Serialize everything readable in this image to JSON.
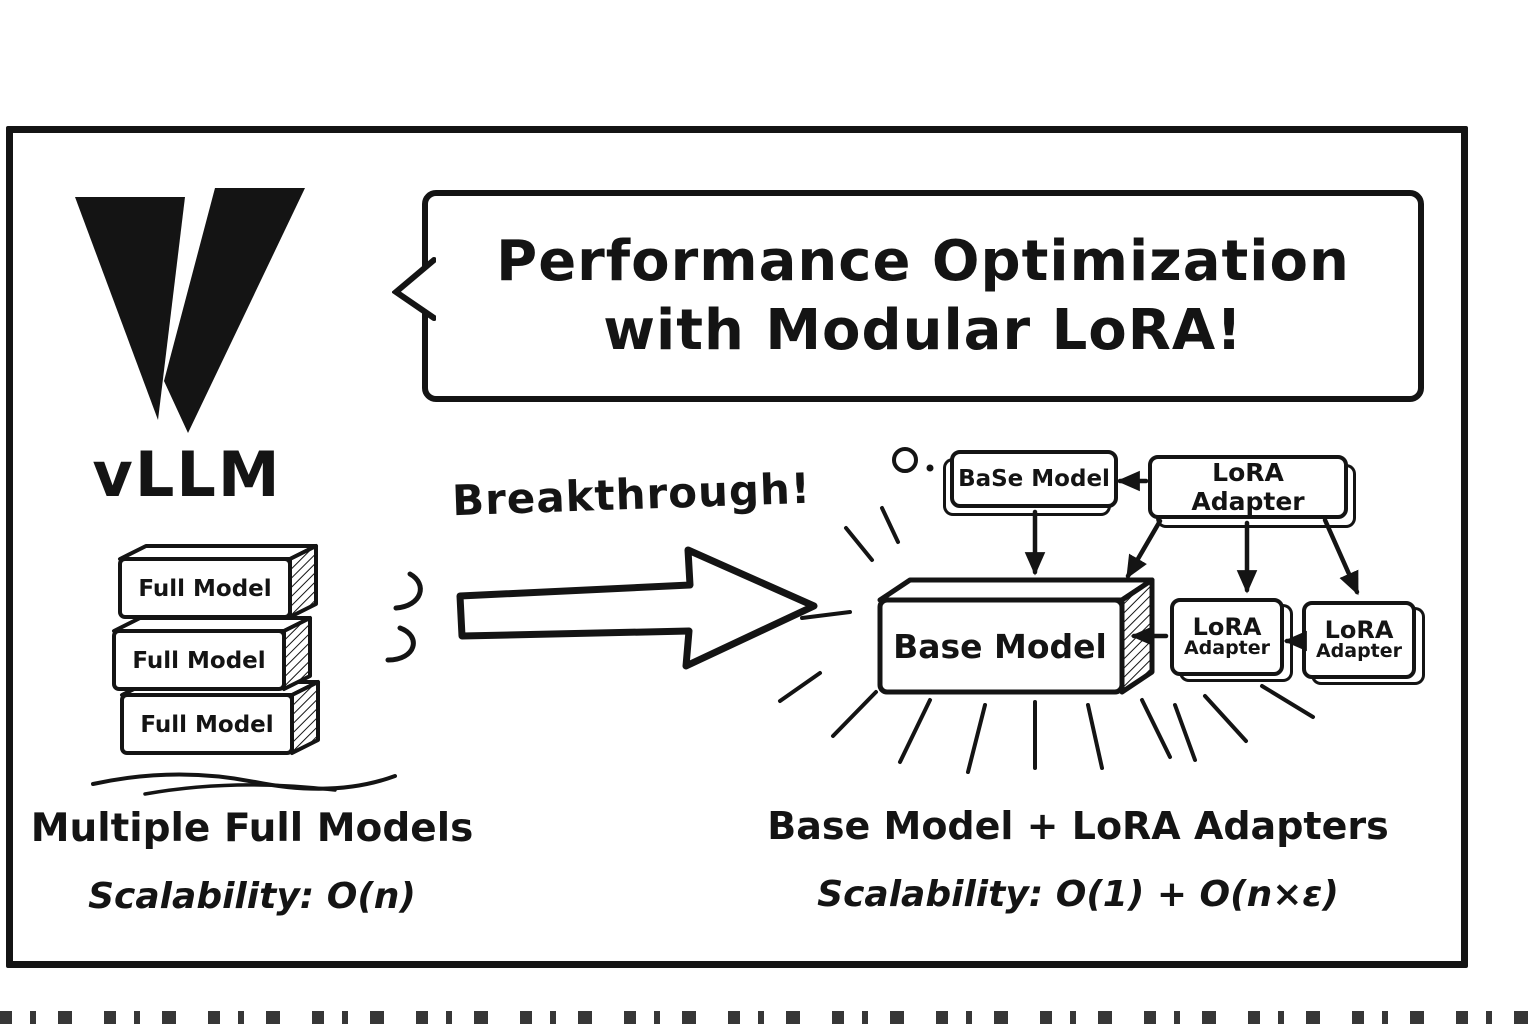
{
  "colors": {
    "ink": "#141414",
    "paper": "#ffffff"
  },
  "logo": {
    "wordmark": "vLLM"
  },
  "speech_bubble": {
    "line1": "Performance Optimization",
    "line2": "with Modular LoRA!"
  },
  "center": {
    "breakthrough_label": "Breakthrough!"
  },
  "left_panel": {
    "stack_boxes": [
      {
        "label": "Full Model"
      },
      {
        "label": "Full Model"
      },
      {
        "label": "Full Model"
      }
    ],
    "caption": "Multiple Full Models",
    "scalability": "Scalability: O(n)"
  },
  "right_panel": {
    "top_base_model_label": "BaSe Model",
    "top_lora_adapter_label": "LoRA Adapter",
    "big_base_model_label": "Base Model",
    "adapter_boxes": [
      {
        "line1": "LoRA",
        "line2": "Adapter"
      },
      {
        "line1": "LoRA",
        "line2": "Adapter"
      }
    ],
    "caption": "Base Model + LoRA Adapters",
    "scalability": "Scalability: O(1) + O(n×ε)"
  }
}
